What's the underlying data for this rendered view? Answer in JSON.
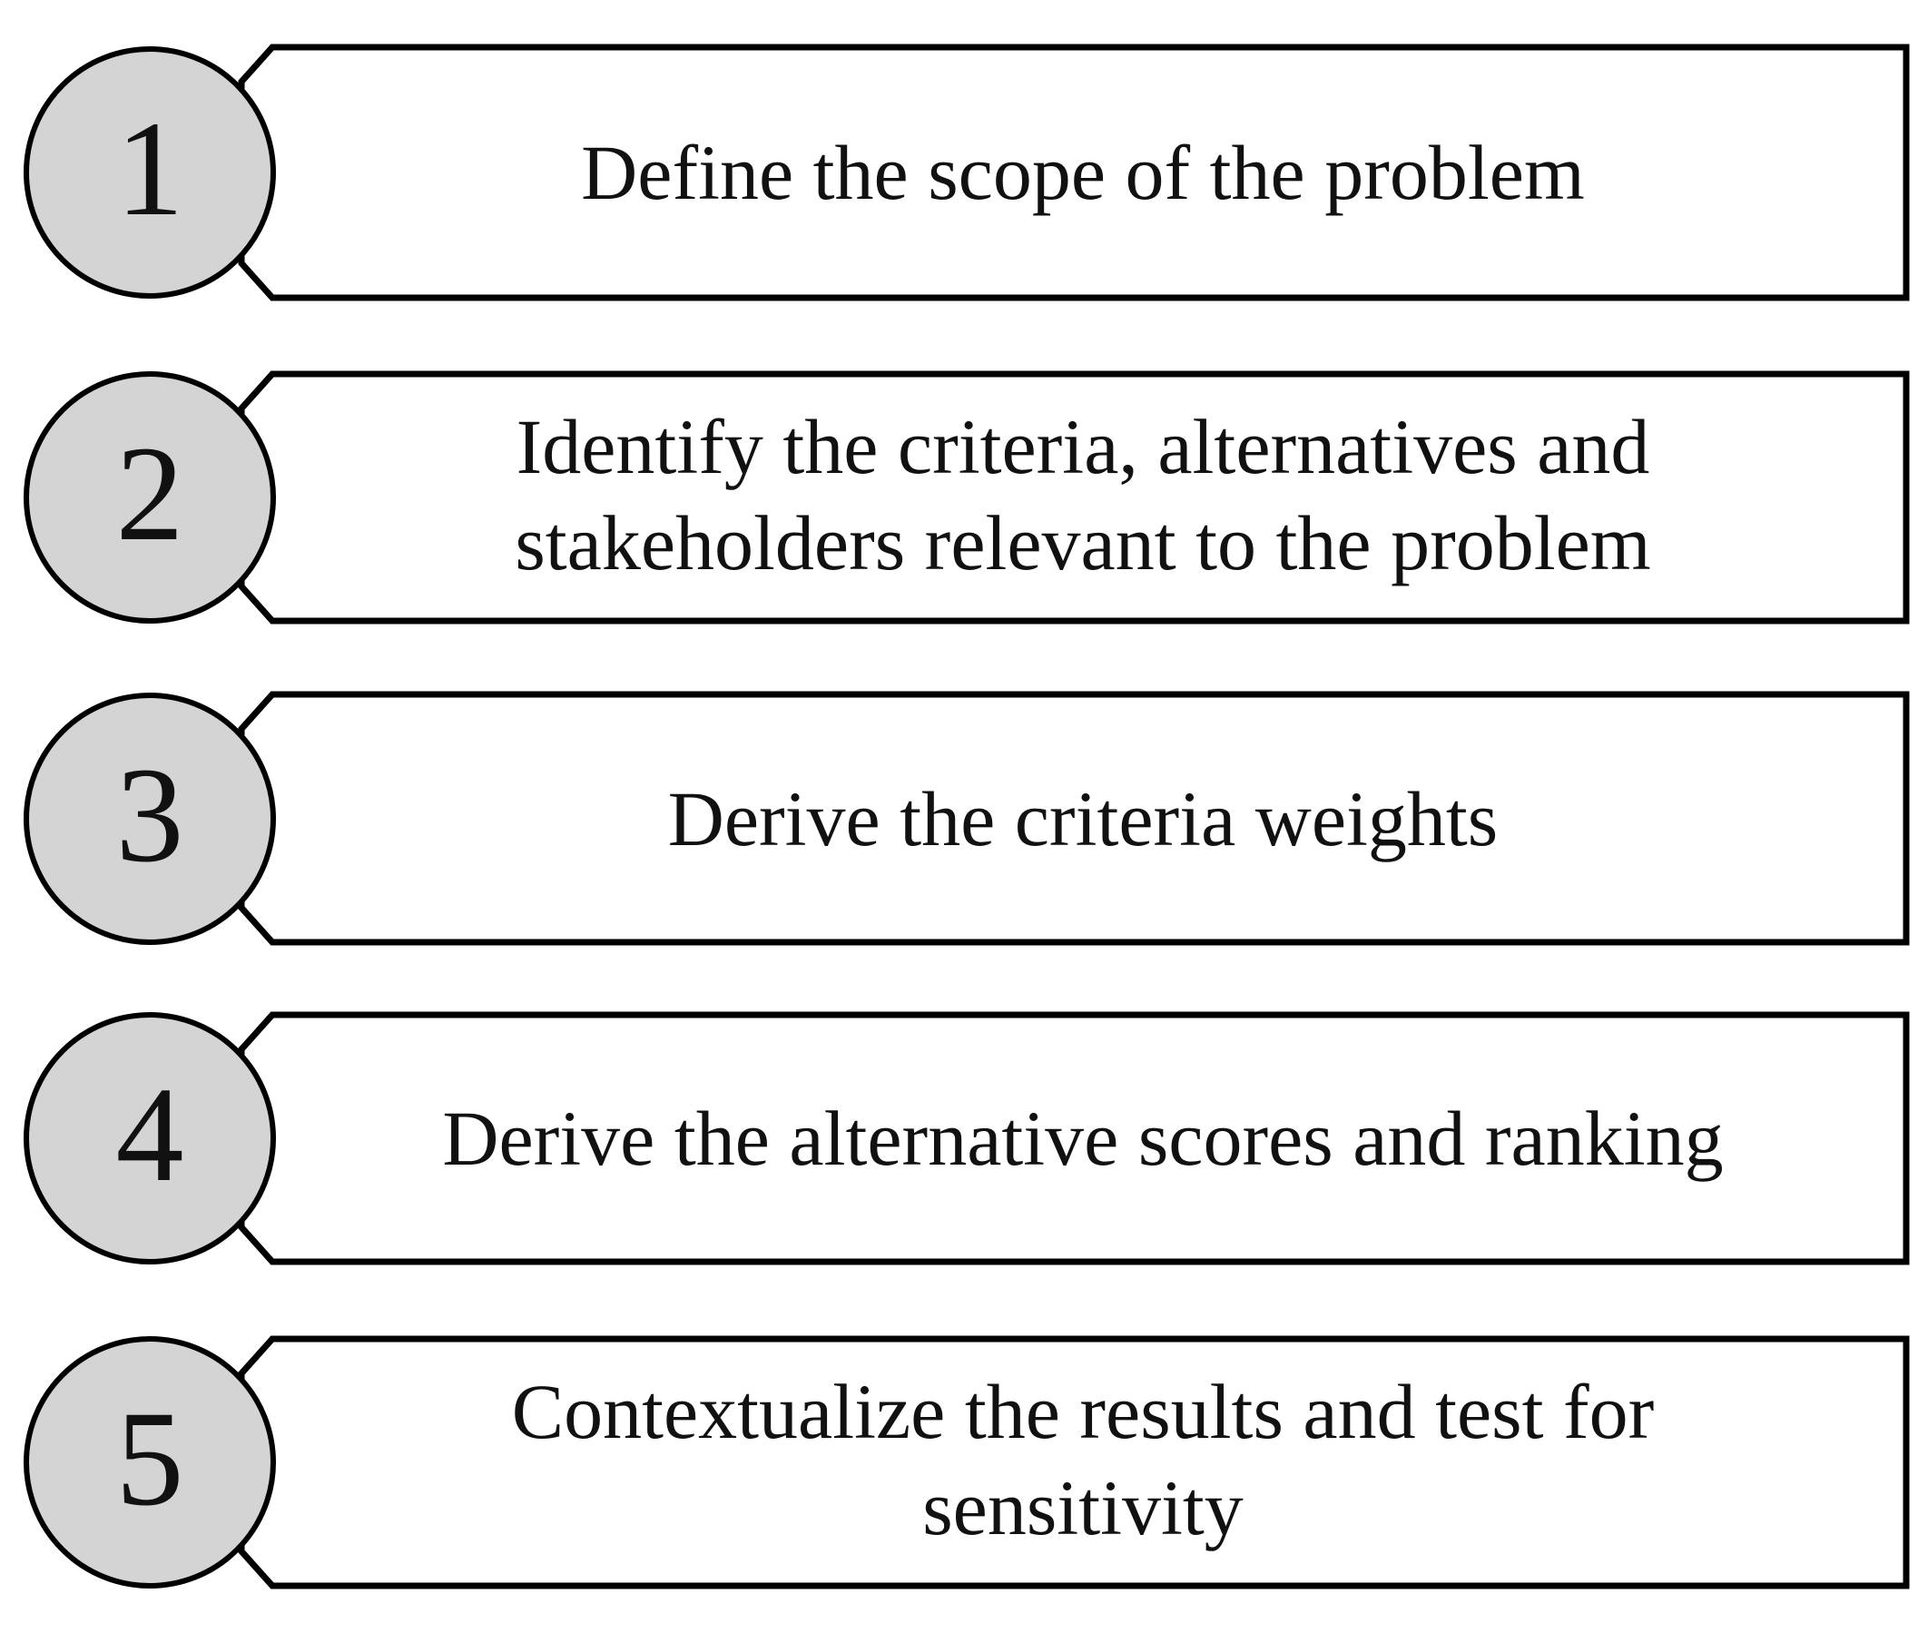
{
  "steps": [
    {
      "number": "1",
      "lines": [
        "Define the scope of the problem"
      ]
    },
    {
      "number": "2",
      "lines": [
        "Identify the criteria, alternatives and",
        "stakeholders relevant to the problem"
      ]
    },
    {
      "number": "3",
      "lines": [
        "Derive the criteria weights"
      ]
    },
    {
      "number": "4",
      "lines": [
        "Derive the alternative scores and ranking"
      ]
    },
    {
      "number": "5",
      "lines": [
        "Contextualize the results and test for",
        "sensitivity"
      ]
    }
  ],
  "colors": {
    "circle_fill": "#d4d4d4",
    "stroke": "#000000",
    "box_fill": "#ffffff"
  }
}
